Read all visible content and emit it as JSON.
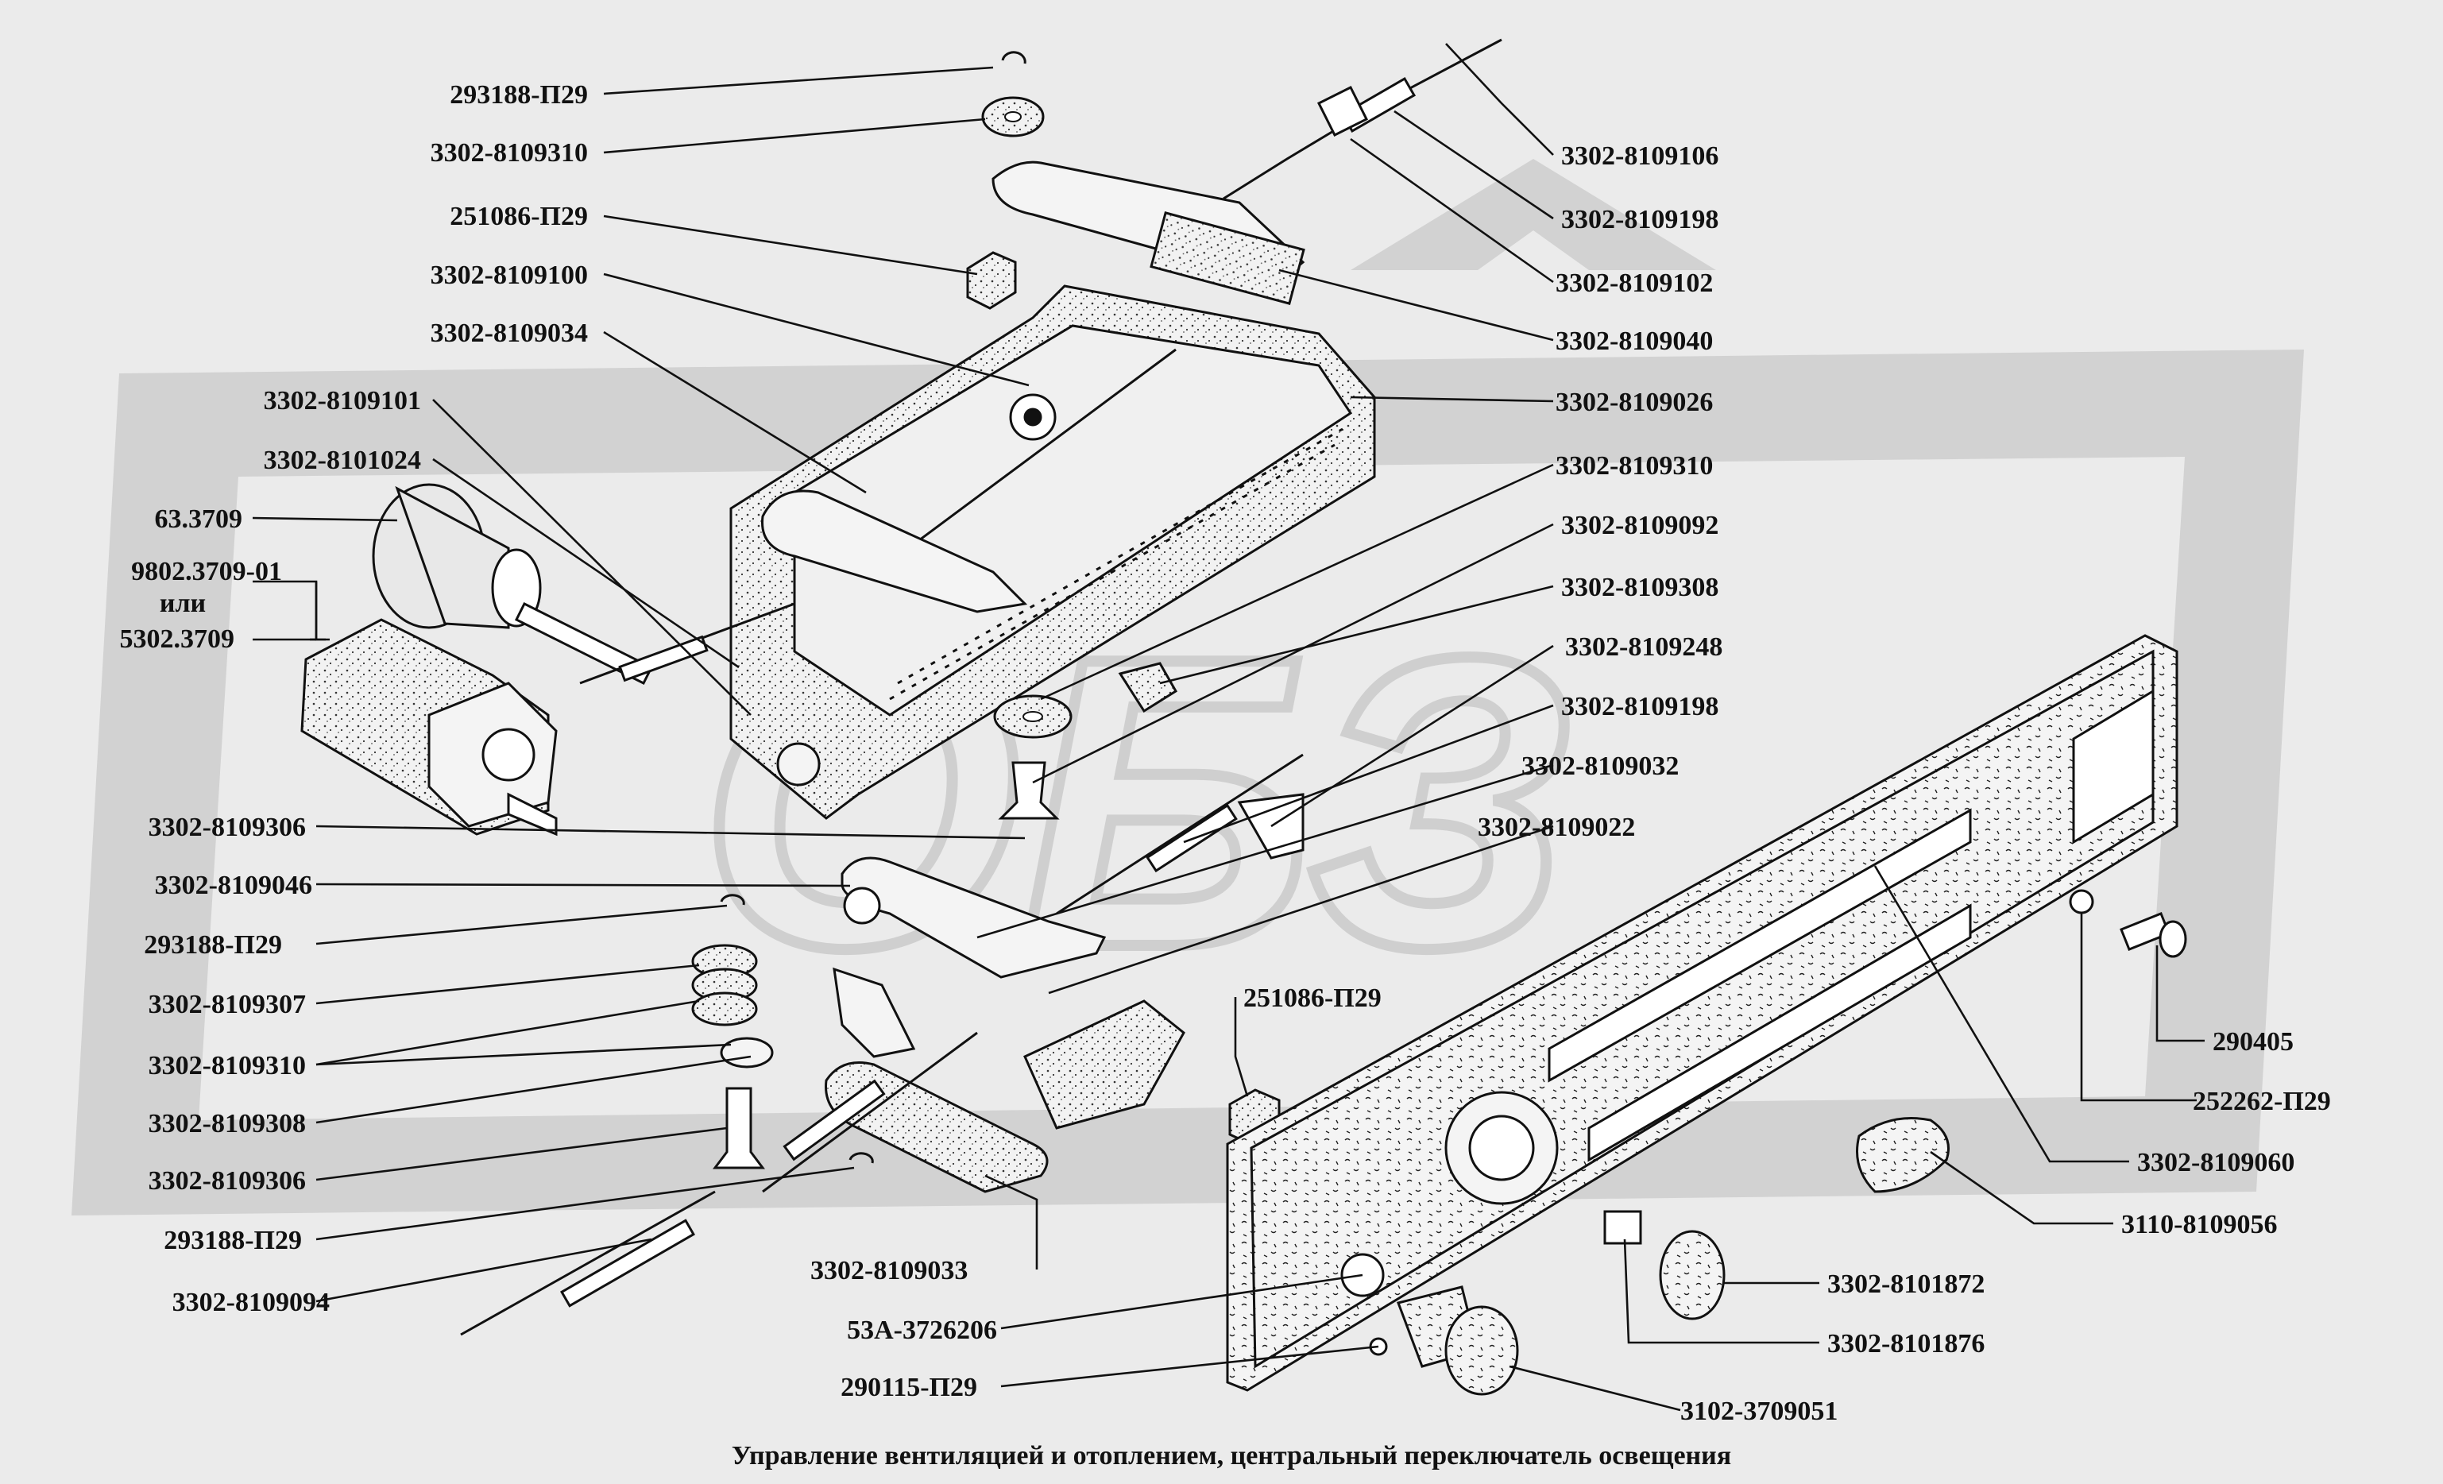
{
  "caption": "Управление вентиляцией и отоплением, центральный переключатель  освещения",
  "watermark": "ОБЗ",
  "colors": {
    "background": "#ebebeb",
    "ink": "#111111",
    "watermark": "#d2d2d2",
    "part_fill": "#f4f4f4"
  },
  "labels_left": [
    "293188-П29",
    "3302-8109310",
    "251086-П29",
    "3302-8109100",
    "3302-8109034",
    "3302-8109101",
    "3302-8101024",
    "63.3709",
    "9802.3709-01",
    "или",
    "5302.3709",
    "3302-8109306",
    "3302-8109046",
    "293188-П29",
    "3302-8109307",
    "3302-8109310",
    "3302-8109308",
    "3302-8109306",
    "293188-П29",
    "3302-8109094"
  ],
  "labels_right": [
    "3302-8109106",
    "3302-8109198",
    "3302-8109102",
    "3302-8109040",
    "3302-8109026",
    "3302-8109310",
    "3302-8109092",
    "3302-8109308",
    "3302-8109248",
    "3302-8109198",
    "3302-8109032",
    "3302-8109022",
    "290405",
    "252262-П29",
    "3302-8109060",
    "3110-8109056",
    "3302-8101872",
    "3302-8101876",
    "3102-3709051"
  ],
  "labels_center": [
    "251086-П29",
    "3302-8109033",
    "53А-3726206",
    "290115-П29"
  ]
}
